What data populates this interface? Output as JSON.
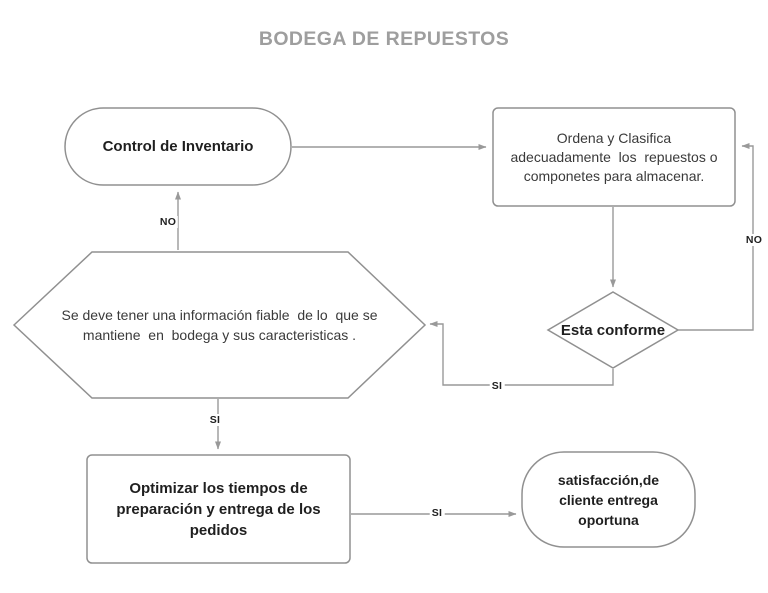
{
  "title": "BODEGA DE REPUESTOS",
  "nodes": {
    "control": {
      "shape": "stadium",
      "label": "Control de Inventario"
    },
    "ordena": {
      "shape": "rectangle",
      "label": "Ordena y Clasifica\nadecuadamente  los  repuestos o\ncomponetes para almacenar."
    },
    "informacion": {
      "shape": "hexagon",
      "label": "Se deve tener una información fiable  de lo  que se\nmantiene  en  bodega y sus caracteristicas ."
    },
    "conforme": {
      "shape": "diamond",
      "label": "Esta conforme"
    },
    "optimizar": {
      "shape": "rectangle",
      "label": "Optimizar los tiempos de\npreparación y entrega de los\npedidos"
    },
    "satisfaccion": {
      "shape": "stadium",
      "label": "satisfacción,de\ncliente entrega\noportuna"
    }
  },
  "edge_labels": {
    "hexagon_to_control": "NO",
    "conforme_to_ordena": "NO",
    "conforme_to_hexagon": "SI",
    "hexagon_to_optimizar": "SI",
    "optimizar_to_satisfaccion": "SI"
  },
  "colors": {
    "title": "#9e9e9e",
    "shape_border": "#909090",
    "connector": "#999999",
    "node_text": "#3a3a3a",
    "node_text_bold": "#1f1f1f"
  }
}
